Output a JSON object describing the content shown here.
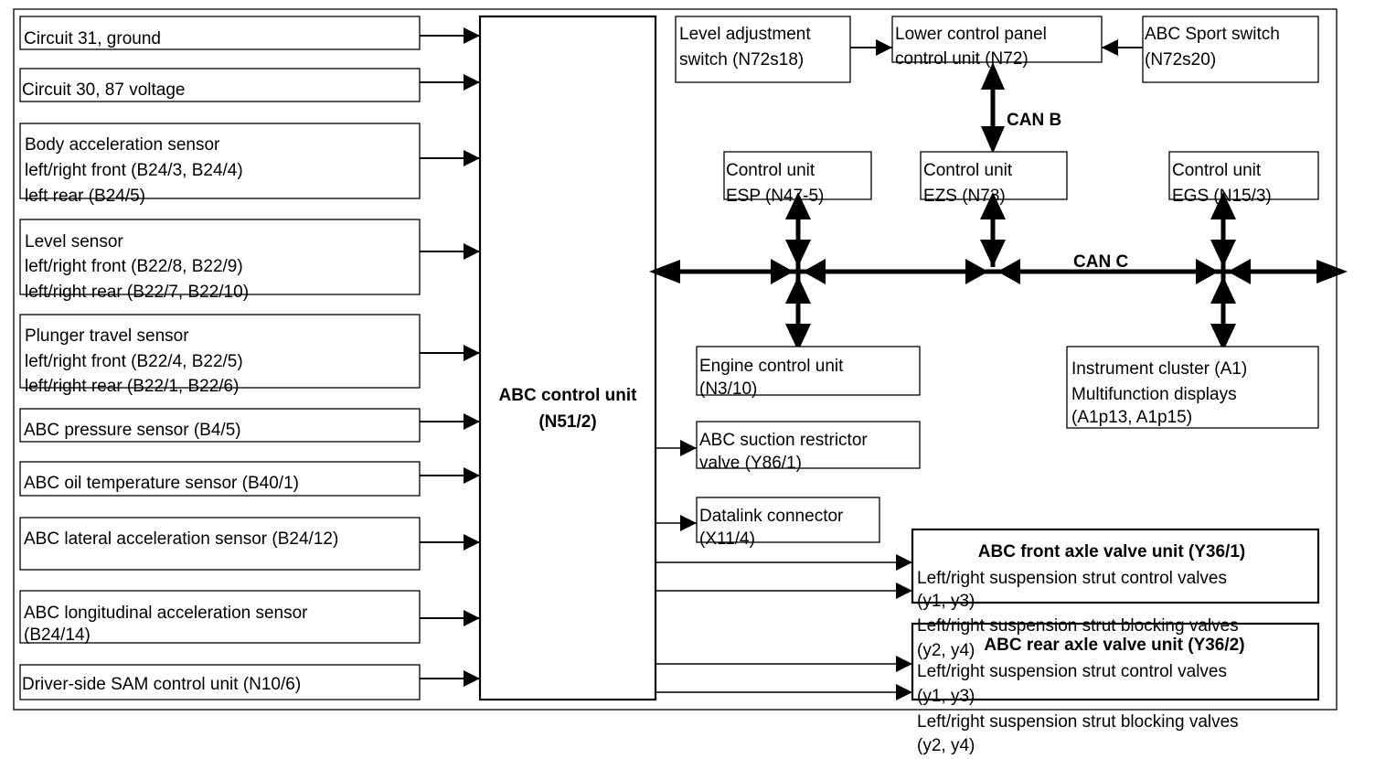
{
  "inputs": [
    {
      "lines": [
        "Circuit 31, ground"
      ]
    },
    {
      "lines": [
        "Circuit 30, 87 voltage"
      ]
    },
    {
      "lines": [
        "Body acceleration sensor",
        "left/right front (B24/3, B24/4)",
        "left rear (B24/5)"
      ]
    },
    {
      "lines": [
        "Level sensor",
        "left/right front (B22/8, B22/9)",
        "left/right rear (B22/7, B22/10)"
      ]
    },
    {
      "lines": [
        "Plunger travel sensor",
        "left/right front (B22/4, B22/5)",
        "left/right rear (B22/1, B22/6)"
      ]
    },
    {
      "lines": [
        "ABC pressure sensor (B4/5)"
      ]
    },
    {
      "lines": [
        "ABC oil temperature sensor (B40/1)"
      ]
    },
    {
      "lines": [
        "ABC lateral acceleration sensor (B24/12)"
      ]
    },
    {
      "lines": [
        "ABC longitudinal acceleration sensor",
        "(B24/14)"
      ]
    },
    {
      "lines": [
        "Driver-side SAM control unit (N10/6)"
      ]
    }
  ],
  "central": {
    "lines": [
      "ABC control unit",
      "(N51/2)"
    ]
  },
  "top_units": {
    "level_switch": {
      "lines": [
        "Level adjustment",
        "switch (N72s18)"
      ]
    },
    "lower_panel": {
      "lines": [
        "Lower control panel",
        "control unit (N72)"
      ]
    },
    "sport_switch": {
      "lines": [
        "ABC Sport switch",
        "(N72s20)"
      ]
    }
  },
  "bus_labels": {
    "can_b": "CAN B",
    "can_c": "CAN C"
  },
  "can_units": {
    "esp": {
      "lines": [
        "Control unit",
        "ESP (N47-5)"
      ]
    },
    "ezs": {
      "lines": [
        "Control unit",
        "EZS (N73)"
      ]
    },
    "egs": {
      "lines": [
        "Control unit",
        "EGS (N15/3)"
      ]
    },
    "engine": {
      "lines": [
        "Engine control unit",
        "(N3/10)"
      ]
    },
    "cluster": {
      "lines": [
        "Instrument cluster (A1)",
        "Multifunction displays",
        "(A1p13, A1p15)"
      ]
    }
  },
  "outputs": {
    "suction_valve": {
      "lines": [
        "ABC suction restrictor",
        "valve (Y86/1)"
      ]
    },
    "datalink": {
      "lines": [
        "Datalink connector",
        "(X11/4)"
      ]
    },
    "front_axle": {
      "title": "ABC front axle valve unit (Y36/1)",
      "lines": [
        "Left/right suspension strut control valves",
        "(y1, y3)",
        "Left/right suspension strut blocking valves",
        "(y2, y4)"
      ]
    },
    "rear_axle": {
      "title": "ABC rear axle valve unit (Y36/2)",
      "lines": [
        "Left/right suspension strut control valves",
        "(y1, y3)",
        "Left/right suspension strut blocking valves",
        "(y2, y4)"
      ]
    }
  }
}
